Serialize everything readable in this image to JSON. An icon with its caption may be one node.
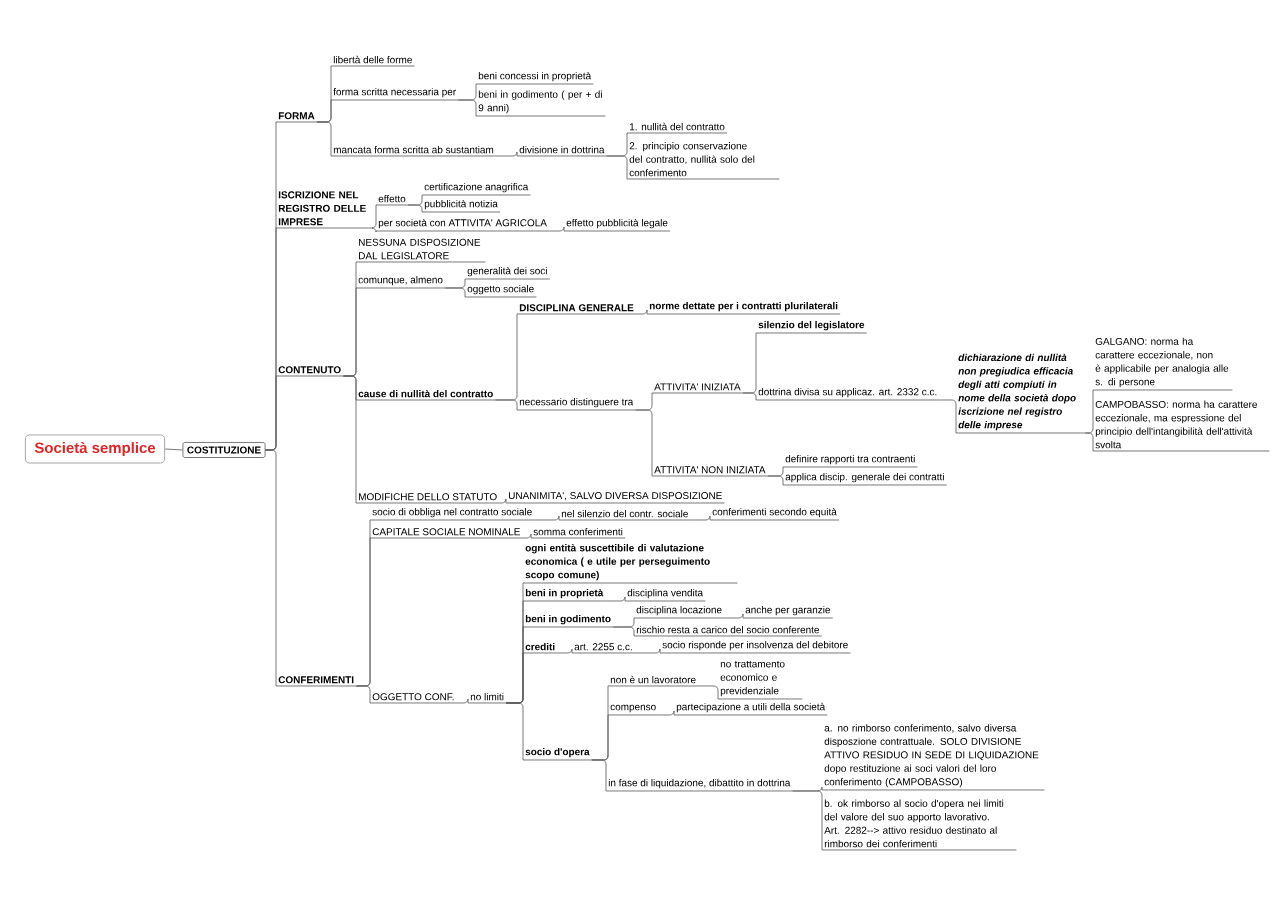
{
  "diagram": {
    "nodes": [
      {
        "text": [
          "Società semplice"
        ]
      },
      {
        "text": [
          "COSTITUZIONE"
        ]
      },
      {
        "text": [
          "FORMA"
        ]
      },
      {
        "text": [
          "libertà delle forme"
        ]
      },
      {
        "text": [
          "forma scritta necessaria per"
        ]
      },
      {
        "text": [
          "beni concessi in proprietà"
        ]
      },
      {
        "text": [
          "beni in godimento ( per + di 9 anni)"
        ]
      },
      {
        "text": [
          "mancata forma scritta ab sustantiam"
        ]
      },
      {
        "text": [
          "divisione in dottrina"
        ]
      },
      {
        "text": [
          "1. nullità del contratto"
        ]
      },
      {
        "text": [
          "2. principio conservazione del contratto, nullità solo del conferimento"
        ]
      },
      {
        "text": [
          "ISCRIZIONE NEL REGISTRO DELLE IMPRESE"
        ]
      },
      {
        "text": [
          "effetto"
        ]
      },
      {
        "text": [
          "certificazione anagrifica"
        ]
      },
      {
        "text": [
          "pubblicità notizia"
        ]
      },
      {
        "text": [
          "per società con ATTIVITA' AGRICOLA"
        ]
      },
      {
        "text": [
          "effetto pubblicità legale"
        ]
      },
      {
        "text": [
          "CONTENUTO"
        ]
      },
      {
        "text": [
          "NESSUNA DISPOSIZIONE DAL LEGISLATORE"
        ]
      },
      {
        "text": [
          "comunque, almeno"
        ]
      },
      {
        "text": [
          "generalità dei soci"
        ]
      },
      {
        "text": [
          "oggetto sociale"
        ]
      },
      {
        "text": [
          "cause di nullità del contratto"
        ]
      },
      {
        "text": [
          "DISCIPLINA GENERALE"
        ]
      },
      {
        "text": [
          "norme dettate per i contratti plurilaterali"
        ]
      },
      {
        "text": [
          "necessario distinguere tra"
        ]
      },
      {
        "text": [
          "ATTIVITA' INIZIATA"
        ]
      },
      {
        "text": [
          "silenzio del legislatore"
        ]
      },
      {
        "text": [
          "dottrina divisa su applicaz. art. 2332 c.c."
        ]
      },
      {
        "text": [
          "dichiarazione di nullità non pregiudica efficacia degli atti compiuti in nome della società dopo iscrizione nel registro delle imprese"
        ]
      },
      {
        "text": [
          "GALGANO: norma ha carattere eccezionale, non è applicabile per analogia alle s. di persone"
        ]
      },
      {
        "text": [
          "CAMPOBASSO: norma ha carattere eccezionale, ma espressione del principio dell'intangibilità dell'attività svolta"
        ]
      },
      {
        "text": [
          "ATTIVITA' NON INIZIATA"
        ]
      },
      {
        "text": [
          "definire rapporti tra contraenti"
        ]
      },
      {
        "text": [
          "applica discip. generale dei contratti"
        ]
      },
      {
        "text": [
          "MODIFICHE DELLO STATUTO"
        ]
      },
      {
        "text": [
          "UNANIMITA', SALVO DIVERSA DISPOSIZIONE"
        ]
      },
      {
        "text": [
          "CONFERIMENTI"
        ]
      },
      {
        "text": [
          "socio di obbliga nel contratto sociale"
        ]
      },
      {
        "text": [
          "nel silenzio del contr. sociale"
        ]
      },
      {
        "text": [
          "conferimenti secondo equità"
        ]
      },
      {
        "text": [
          "CAPITALE SOCIALE NOMINALE"
        ]
      },
      {
        "text": [
          "somma conferimenti"
        ]
      },
      {
        "text": [
          "OGGETTO CONF."
        ]
      },
      {
        "text": [
          "no limiti"
        ]
      },
      {
        "text": [
          "ogni entità suscettibile di valutazione economica ( e utile per perseguimento scopo comune)"
        ]
      },
      {
        "text": [
          "beni in proprietà"
        ]
      },
      {
        "text": [
          "disciplina vendita"
        ]
      },
      {
        "text": [
          "beni in godimento"
        ]
      },
      {
        "text": [
          "disciplina locazione"
        ]
      },
      {
        "text": [
          "anche per garanzie"
        ]
      },
      {
        "text": [
          "rischio resta a carico del socio conferente"
        ]
      },
      {
        "text": [
          "crediti"
        ]
      },
      {
        "text": [
          "art. 2255 c.c."
        ]
      },
      {
        "text": [
          "socio risponde per insolvenza del debitore"
        ]
      },
      {
        "text": [
          "socio d'opera"
        ]
      },
      {
        "text": [
          "non è un lavoratore"
        ]
      },
      {
        "text": [
          "no trattamento economico e previdenziale"
        ]
      },
      {
        "text": [
          "compenso"
        ]
      },
      {
        "text": [
          "partecipazione a utili della società"
        ]
      },
      {
        "text": [
          "in fase di liquidazione, dibattito in dottrina"
        ]
      },
      {
        "text": [
          "a. no rimborso conferimento, salvo diversa disposzione contrattuale. SOLO DIVISIONE ATTIVO RESIDUO IN SEDE DI LIQUIDAZIONE dopo restituzione ai soci valori del loro conferimento (CAMPOBASSO)"
        ]
      },
      {
        "text": [
          "b. ok rimborso al socio d'opera nei limiti del valore del suo apporto lavorativo. Art. 2282--> attivo residuo destinato al rimborso dei conferimenti"
        ]
      }
    ],
    "edges": [
      {
        "from": 0,
        "to": 1,
        "arrow": "none"
      },
      {
        "from": 1,
        "to": 2,
        "arrow": "none"
      },
      {
        "from": 1,
        "to": 11,
        "arrow": "none"
      },
      {
        "from": 1,
        "to": 17,
        "arrow": "none"
      },
      {
        "from": 1,
        "to": 37,
        "arrow": "none"
      },
      {
        "from": 2,
        "to": 3,
        "arrow": "none"
      },
      {
        "from": 2,
        "to": 4,
        "arrow": "none"
      },
      {
        "from": 2,
        "to": 7,
        "arrow": "none"
      },
      {
        "from": 4,
        "to": 5,
        "arrow": "none"
      },
      {
        "from": 4,
        "to": 6,
        "arrow": "none"
      },
      {
        "from": 7,
        "to": 8,
        "arrow": "none"
      },
      {
        "from": 8,
        "to": 9,
        "arrow": "none"
      },
      {
        "from": 8,
        "to": 10,
        "arrow": "none"
      },
      {
        "from": 11,
        "to": 12,
        "arrow": "none"
      },
      {
        "from": 11,
        "to": 15,
        "arrow": "none"
      },
      {
        "from": 12,
        "to": 13,
        "arrow": "none"
      },
      {
        "from": 12,
        "to": 14,
        "arrow": "none"
      },
      {
        "from": 15,
        "to": 16,
        "arrow": "none"
      },
      {
        "from": 17,
        "to": 18,
        "arrow": "none"
      },
      {
        "from": 17,
        "to": 19,
        "arrow": "none"
      },
      {
        "from": 17,
        "to": 22,
        "arrow": "none"
      },
      {
        "from": 17,
        "to": 35,
        "arrow": "none"
      },
      {
        "from": 19,
        "to": 20,
        "arrow": "none"
      },
      {
        "from": 19,
        "to": 21,
        "arrow": "none"
      },
      {
        "from": 22,
        "to": 23,
        "arrow": "none"
      },
      {
        "from": 22,
        "to": 25,
        "arrow": "none"
      },
      {
        "from": 23,
        "to": 24,
        "arrow": "none"
      },
      {
        "from": 25,
        "to": 26,
        "arrow": "none"
      },
      {
        "from": 25,
        "to": 32,
        "arrow": "none"
      },
      {
        "from": 26,
        "to": 27,
        "arrow": "none"
      },
      {
        "from": 26,
        "to": 28,
        "arrow": "none"
      },
      {
        "from": 28,
        "to": 29,
        "arrow": "none"
      },
      {
        "from": 29,
        "to": 30,
        "arrow": "none"
      },
      {
        "from": 29,
        "to": 31,
        "arrow": "none"
      },
      {
        "from": 32,
        "to": 33,
        "arrow": "none"
      },
      {
        "from": 32,
        "to": 34,
        "arrow": "none"
      },
      {
        "from": 35,
        "to": 36,
        "arrow": "none"
      },
      {
        "from": 37,
        "to": 38,
        "arrow": "none"
      },
      {
        "from": 37,
        "to": 41,
        "arrow": "none"
      },
      {
        "from": 37,
        "to": 43,
        "arrow": "none"
      },
      {
        "from": 38,
        "to": 39,
        "arrow": "none"
      },
      {
        "from": 39,
        "to": 40,
        "arrow": "none"
      },
      {
        "from": 41,
        "to": 42,
        "arrow": "none"
      },
      {
        "from": 43,
        "to": 44,
        "arrow": "none"
      },
      {
        "from": 44,
        "to": 45,
        "arrow": "none"
      },
      {
        "from": 44,
        "to": 46,
        "arrow": "none"
      },
      {
        "from": 44,
        "to": 48,
        "arrow": "none"
      },
      {
        "from": 44,
        "to": 52,
        "arrow": "none"
      },
      {
        "from": 44,
        "to": 55,
        "arrow": "none"
      },
      {
        "from": 46,
        "to": 47,
        "arrow": "none"
      },
      {
        "from": 48,
        "to": 49,
        "arrow": "none"
      },
      {
        "from": 48,
        "to": 51,
        "arrow": "none"
      },
      {
        "from": 49,
        "to": 50,
        "arrow": "none"
      },
      {
        "from": 52,
        "to": 53,
        "arrow": "none"
      },
      {
        "from": 53,
        "to": 54,
        "arrow": "none"
      },
      {
        "from": 55,
        "to": 56,
        "arrow": "none"
      },
      {
        "from": 55,
        "to": 58,
        "arrow": "none"
      },
      {
        "from": 55,
        "to": 60,
        "arrow": "none"
      },
      {
        "from": 56,
        "to": 57,
        "arrow": "none"
      },
      {
        "from": 58,
        "to": 59,
        "arrow": "none"
      },
      {
        "from": 60,
        "to": 61,
        "arrow": "none"
      },
      {
        "from": 60,
        "to": 62,
        "arrow": "none"
      }
    ]
  }
}
